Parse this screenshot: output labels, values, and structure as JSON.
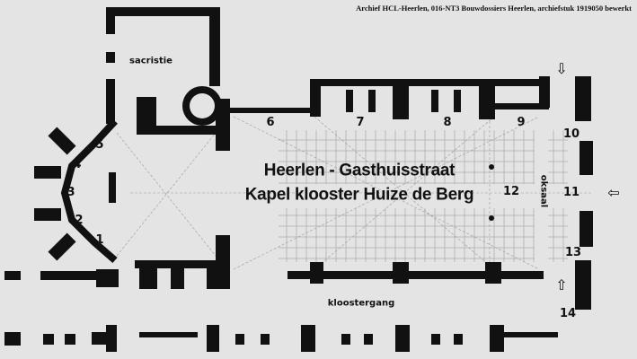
{
  "credit": "Archief HCL-Heerlen, 016-NT3 Bouwdossiers Heerlen, archiefstuk 1919050 bewerkt",
  "title_line1": "Heerlen - Gasthuisstraat",
  "title_line2": "Kapel klooster Huize de Berg",
  "rooms": {
    "sacristie": "sacristie",
    "kloostergang": "kloostergang",
    "oksaal": "oksaal"
  },
  "numbers": [
    "1",
    "2",
    "3",
    "4",
    "5",
    "6",
    "7",
    "8",
    "9",
    "10",
    "11",
    "12",
    "13",
    "14"
  ],
  "colors": {
    "wall": "#111111",
    "paper": "#e4e4e4",
    "line": "#9a9a9a"
  },
  "icons": {
    "entrance_top": "arrow-down-icon",
    "entrance_right": "arrow-left-icon",
    "entrance_bottom": "arrow-up-icon"
  }
}
